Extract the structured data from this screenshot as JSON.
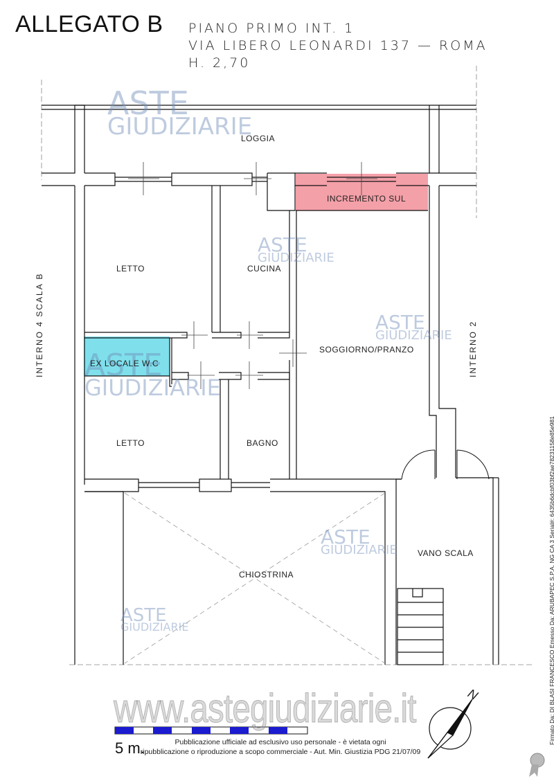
{
  "header": {
    "title": "ALLEGATO B",
    "line1": "PIANO PRIMO INT. 1",
    "line2": "VIA LIBERO LEONARDI 137  — ROMA",
    "line3": "H. 2,70"
  },
  "rooms": {
    "loggia": "LOGGIA",
    "incremento": "INCREMENTO SUL",
    "letto_top": "LETTO",
    "cucina": "CUCINA",
    "ex_locale": "EX LOCALE W.C",
    "soggiorno": "SOGGIORNO/PRANZO",
    "letto_bottom": "LETTO",
    "bagno": "BAGNO",
    "chiostrina": "CHIOSTRINA",
    "vano_scala": "VANO SCALA"
  },
  "side_labels": {
    "left": "INTERNO 4 SCALA B",
    "right": "INTERNO 2"
  },
  "watermark": {
    "brand_top": "ASTE",
    "brand_bottom": "GIUDIZIARIE",
    "website": "www.astegiudiziarie.it"
  },
  "scale": {
    "label": "5 m."
  },
  "north_label": "N",
  "disclaimer": {
    "line1": "Pubblicazione ufficiale ad esclusivo uso personale - è vietata ogni",
    "line2": "ripubblicazione o riproduzione a scopo commerciale - Aut. Min. Giustizia PDG 21/07/09"
  },
  "signature": "Firmato Da: DI BLASI FRANCESCO Emesso Da: ARUBAPEC S.P.A. NG CA 3 Serial#: 6435b6dcbf03bf2ae78231158e85e981",
  "colors": {
    "incremento_fill": "#f4a0a8",
    "ex_locale_fill": "#7fe0ec",
    "wall": "#111111",
    "scale_blue": "#1b1bd0",
    "watermark": "#6e8cb9"
  }
}
